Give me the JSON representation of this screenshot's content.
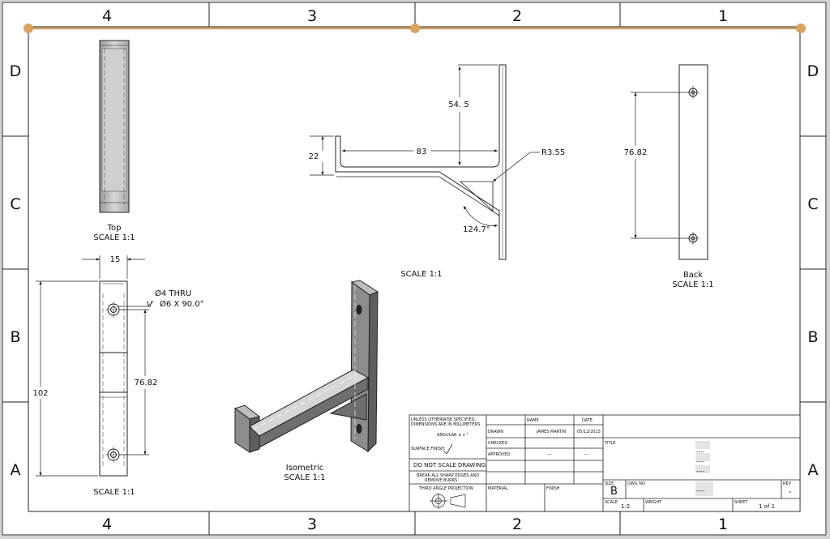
{
  "border": {
    "columns": [
      "4",
      "3",
      "2",
      "1"
    ],
    "rows": [
      "D",
      "C",
      "B",
      "A"
    ]
  },
  "views": {
    "top": {
      "name": "Top",
      "scale": "SCALE 1:1"
    },
    "front": {
      "scale": "SCALE 1:1",
      "dims": {
        "width": "15",
        "height": "102",
        "spacing": "76.82",
        "hole_line1": "Ø4 THRU",
        "hole_line2": "Ø6 X 90.0°"
      }
    },
    "isometric": {
      "name": "Isometric",
      "scale": "SCALE 1:1"
    },
    "side": {
      "scale": "SCALE 1:1",
      "dims": {
        "height": "54. 5",
        "length": "83",
        "flange": "22",
        "radius": "R3.55",
        "angle": "124.7°"
      }
    },
    "back": {
      "name": "Back",
      "scale": "SCALE 1:1",
      "dims": {
        "spacing": "76.82"
      }
    }
  },
  "title_block": {
    "unless": "UNLESS OTHERWISE SPECIFIED,",
    "dims_in": "DIMENSIONS ARE IN MILLIMETERS",
    "angular": "ANGULAR ± x °",
    "surface": "SURFACE FINISH:",
    "no_scale": "DO NOT SCALE DRAWING",
    "burrs1": "BREAK ALL SHARP EDGES AND",
    "burrs2": "REMOVE BURRS",
    "projection": "THIRD ANGLE PROJECTION",
    "material": "MATERIAL",
    "finish": "FINISH",
    "name_h": "NAME",
    "date_h": "DATE",
    "drawn": "DRAWN",
    "checked": "CHECKED",
    "approved": "APPROVED",
    "drawn_name": "JAMES MARTIN",
    "drawn_date": "05/12/2023",
    "approved_name": "---",
    "approved_date": "---",
    "title": "TITLE",
    "title_val1": "----",
    "title_val2": "----",
    "title_val3": "----",
    "size_h": "SIZE",
    "size": "B",
    "dwg_h": "DWG NO",
    "dwg": "----",
    "rev_h": "REV",
    "rev": "-",
    "scale_h": "SCALE",
    "scale": "1:2",
    "weight_h": "WEIGHT",
    "sheet_h": "SHEET",
    "sheet": "1 of 1"
  }
}
